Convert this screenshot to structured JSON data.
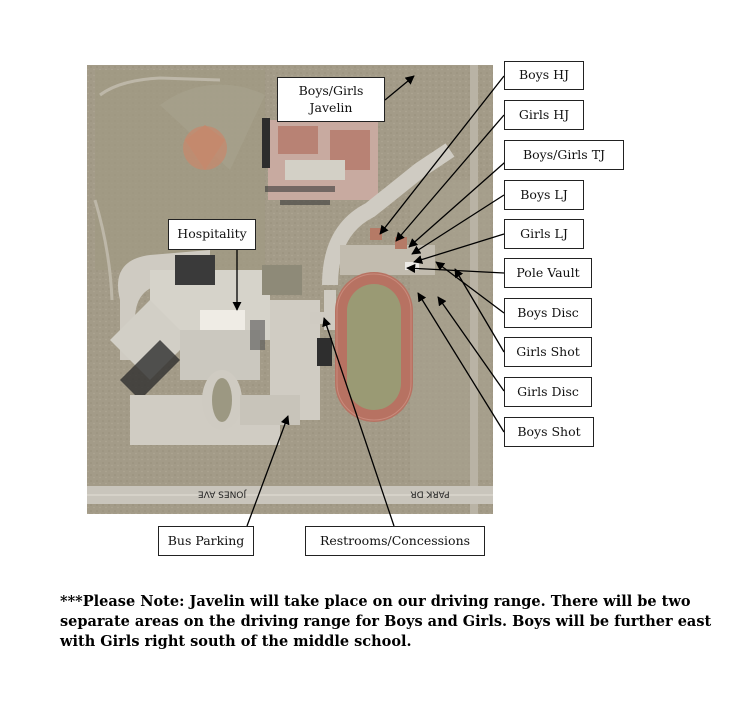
{
  "map": {
    "street_south": "JONES AVE",
    "street_east": "PARK DR",
    "labels": {
      "boys_girls_javelin_line1": "Boys/Girls",
      "boys_girls_javelin_line2": "Javelin",
      "hospitality": "Hospitality",
      "bus_parking": "Bus Parking",
      "restrooms_concessions": "Restrooms/Concessions",
      "boys_hj": "Boys HJ",
      "girls_hj": "Girls HJ",
      "boys_girls_tj": "Boys/Girls TJ",
      "boys_lj": "Boys LJ",
      "girls_lj": "Girls LJ",
      "pole_vault": "Pole Vault",
      "boys_disc": "Boys Disc",
      "girls_shot": "Girls Shot",
      "girls_disc": "Girls Disc",
      "boys_shot": "Boys Shot"
    },
    "colors": {
      "terrain": "#a39b88",
      "track": "#b77262",
      "field": "#9a9a74",
      "roof": "#d8d5cc",
      "road": "#cfcbc2"
    }
  },
  "note": "***Please Note: Javelin will take place on our driving range.  There will be two separate areas on the driving range for Boys and Girls.  Boys will be further east with Girls right south of the middle school."
}
